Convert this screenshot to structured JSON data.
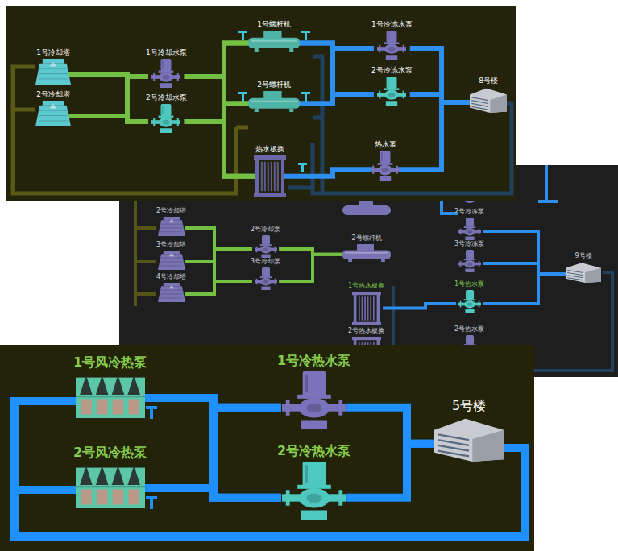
{
  "diagram": {
    "nodes": [
      {
        "text": [
          "1号冷却塔"
        ]
      },
      {
        "text": [
          "2号冷却塔"
        ]
      },
      {
        "text": [
          "1号冷却水泵"
        ]
      },
      {
        "text": [
          "2号冷却水泵"
        ]
      },
      {
        "text": [
          "1号螺杆机"
        ]
      },
      {
        "text": [
          "2号螺杆机"
        ]
      },
      {
        "text": [
          "热水板换"
        ]
      },
      {
        "text": [
          "1号冷冻水泵"
        ]
      },
      {
        "text": [
          "2号冷冻水泵"
        ]
      },
      {
        "text": [
          "热水泵"
        ]
      },
      {
        "text": [
          "8号楼"
        ]
      },
      {
        "text": [
          "2号冷却塔"
        ]
      },
      {
        "text": [
          "3号冷却塔"
        ]
      },
      {
        "text": [
          "4号冷却塔"
        ]
      },
      {
        "text": [
          "2号冷却泵"
        ]
      },
      {
        "text": [
          "3号冷却泵"
        ]
      },
      {
        "text": [
          "2号螺杆机"
        ]
      },
      {
        "text": [
          "2号冷冻泵"
        ]
      },
      {
        "text": [
          "3号冷冻泵"
        ]
      },
      {
        "text": [
          "1号热水板换"
        ]
      },
      {
        "text": [
          "1号热水泵"
        ]
      },
      {
        "text": [
          "2号热水板换"
        ]
      },
      {
        "text": [
          "2号热水泵"
        ]
      },
      {
        "text": [
          "9号楼"
        ]
      },
      {
        "text": [
          "1号风冷热泵"
        ]
      },
      {
        "text": [
          "2号风冷热泵"
        ]
      },
      {
        "text": [
          "1号冷热水泵"
        ]
      },
      {
        "text": [
          "2号冷热水泵"
        ]
      },
      {
        "text": [
          "5号楼"
        ]
      }
    ],
    "edges": [
      {
        "from": 0,
        "to": 2,
        "arrow": "none"
      },
      {
        "from": 0,
        "to": 3,
        "arrow": "none"
      },
      {
        "from": 1,
        "to": 2,
        "arrow": "none"
      },
      {
        "from": 1,
        "to": 3,
        "arrow": "none"
      },
      {
        "from": 2,
        "to": 4,
        "arrow": "none"
      },
      {
        "from": 2,
        "to": 5,
        "arrow": "none"
      },
      {
        "from": 2,
        "to": 6,
        "arrow": "none"
      },
      {
        "from": 3,
        "to": 4,
        "arrow": "none"
      },
      {
        "from": 3,
        "to": 5,
        "arrow": "none"
      },
      {
        "from": 3,
        "to": 6,
        "arrow": "none"
      },
      {
        "from": 4,
        "to": 7,
        "arrow": "none"
      },
      {
        "from": 4,
        "to": 8,
        "arrow": "none"
      },
      {
        "from": 5,
        "to": 7,
        "arrow": "none"
      },
      {
        "from": 5,
        "to": 8,
        "arrow": "none"
      },
      {
        "from": 6,
        "to": 9,
        "arrow": "none"
      },
      {
        "from": 7,
        "to": 10,
        "arrow": "none"
      },
      {
        "from": 8,
        "to": 10,
        "arrow": "none"
      },
      {
        "from": 9,
        "to": 10,
        "arrow": "none"
      },
      {
        "from": 11,
        "to": 14,
        "arrow": "none"
      },
      {
        "from": 11,
        "to": 15,
        "arrow": "none"
      },
      {
        "from": 12,
        "to": 14,
        "arrow": "none"
      },
      {
        "from": 12,
        "to": 15,
        "arrow": "none"
      },
      {
        "from": 13,
        "to": 14,
        "arrow": "none"
      },
      {
        "from": 13,
        "to": 15,
        "arrow": "none"
      },
      {
        "from": 14,
        "to": 16,
        "arrow": "none"
      },
      {
        "from": 15,
        "to": 16,
        "arrow": "none"
      },
      {
        "from": 17,
        "to": 23,
        "arrow": "none"
      },
      {
        "from": 18,
        "to": 23,
        "arrow": "none"
      },
      {
        "from": 19,
        "to": 20,
        "arrow": "none"
      },
      {
        "from": 20,
        "to": 23,
        "arrow": "none"
      },
      {
        "from": 21,
        "to": 22,
        "arrow": "none"
      },
      {
        "from": 24,
        "to": 26,
        "arrow": "none"
      },
      {
        "from": 24,
        "to": 27,
        "arrow": "none"
      },
      {
        "from": 25,
        "to": 26,
        "arrow": "none"
      },
      {
        "from": 25,
        "to": 27,
        "arrow": "none"
      },
      {
        "from": 26,
        "to": 28,
        "arrow": "none"
      },
      {
        "from": 27,
        "to": 28,
        "arrow": "none"
      }
    ]
  }
}
